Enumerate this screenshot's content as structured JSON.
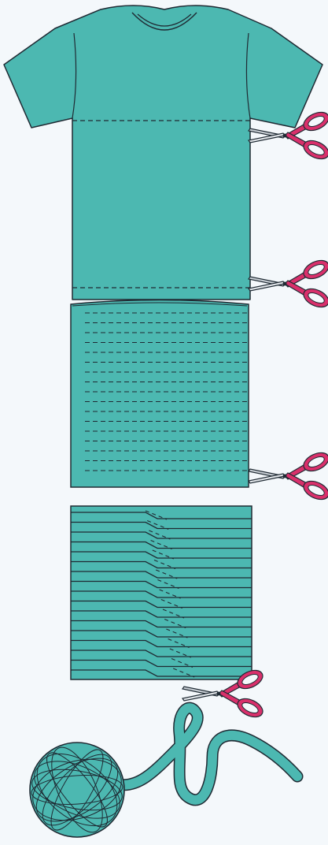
{
  "title": "",
  "steps": [
    {
      "name": "tshirt-cut-lines"
    },
    {
      "name": "folded-tube-cut-strips"
    },
    {
      "name": "offset-fold-diagonal-cut"
    },
    {
      "name": "yarn-ball-result"
    }
  ],
  "colors": {
    "fabric": "#4cb8b1",
    "outline": "#1f2a33",
    "scissors_handle": "#d9306b",
    "scissors_blade": "#c8ced4",
    "background": "#f4f8fb"
  },
  "icons": [
    "scissors-icon",
    "tshirt-icon",
    "yarn-ball-icon"
  ]
}
